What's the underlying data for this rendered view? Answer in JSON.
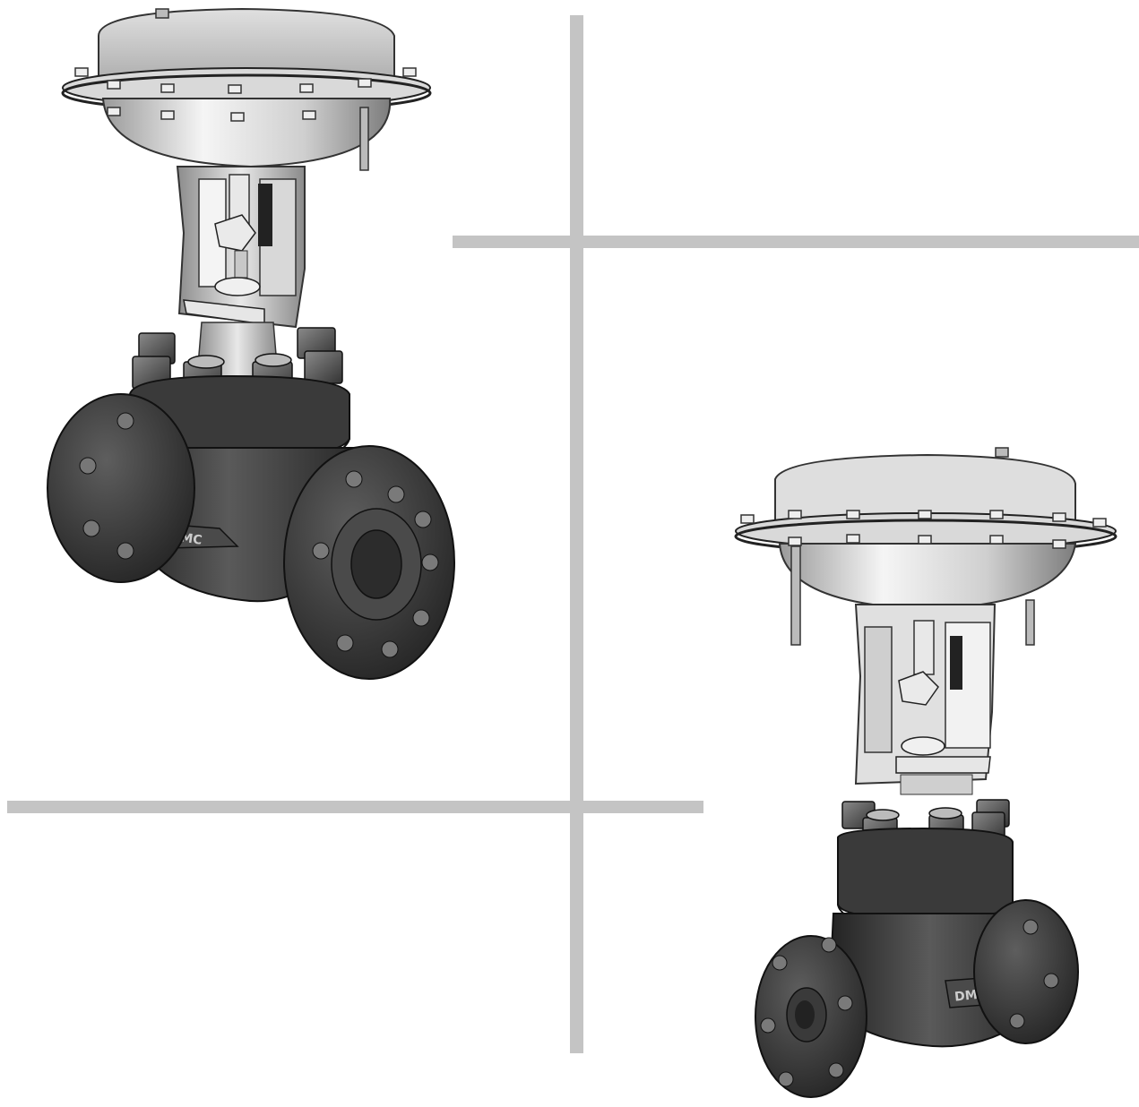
{
  "colors": {
    "background": "#ffffff",
    "divider": "#c4c4c4",
    "actuator_light": "#f4f4f4",
    "actuator_mid": "#bdbdbd",
    "actuator_dark": "#7a7a7a",
    "body_light": "#6a6a6a",
    "body_mid": "#3e3e3e",
    "body_dark": "#1c1c1c"
  },
  "figures": [
    {
      "id": "valve-large",
      "body_logo": "DMC"
    },
    {
      "id": "valve-small",
      "body_logo": "DMC"
    }
  ]
}
